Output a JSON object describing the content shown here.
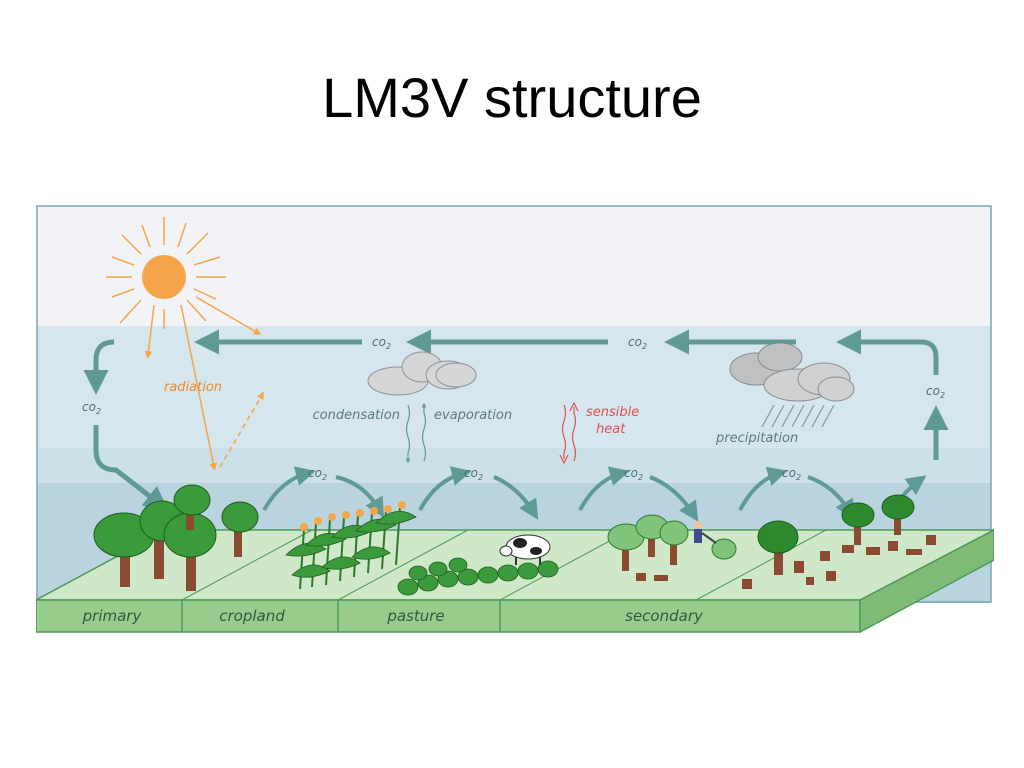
{
  "title": "LM3V structure",
  "labels": {
    "co2": "co",
    "co2_sub": "2",
    "radiation": "radiation",
    "condensation": "condensation",
    "evaporation": "evaporation",
    "sensible_heat_line1": "sensible",
    "sensible_heat_line2": "heat",
    "precipitation": "precipitation"
  },
  "land_types": [
    "primary",
    "cropland",
    "pasture",
    "secondary"
  ],
  "colors": {
    "sky_top": "#f2f3f6",
    "sky_mid": "#d6e6ee",
    "sky_low": "#c0d9e4",
    "ground": "#cfe8c8",
    "ground_front": "#98cc8c",
    "arrow": "#5f9b94",
    "sun": "#f5a54a",
    "cloud": "#c9c9c9",
    "tree": "#3b9a3b",
    "trunk": "#8b4a32",
    "label_text": "#5a7a82",
    "radiation_text": "#f08a2c",
    "heat_text": "#e05050"
  }
}
